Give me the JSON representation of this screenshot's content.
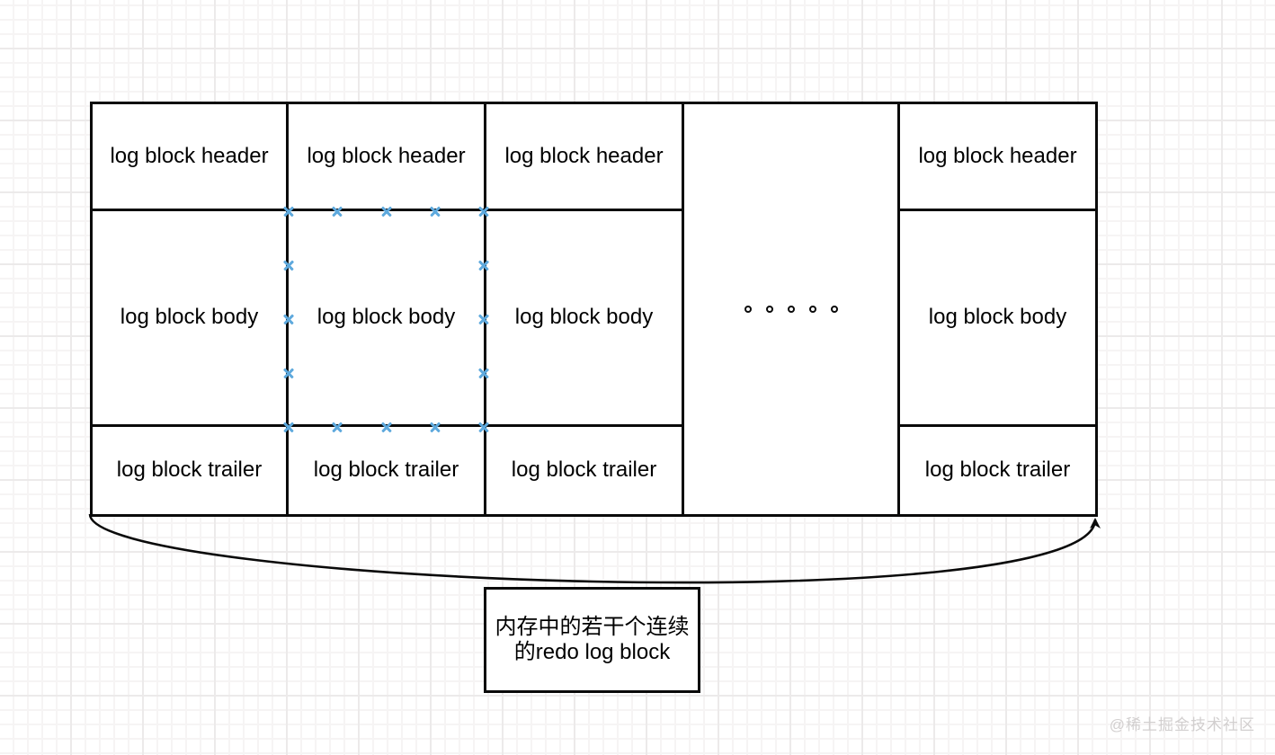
{
  "diagram": {
    "columns": [
      {
        "type": "block",
        "header": "log block header",
        "body": "log block body",
        "trailer": "log block trailer",
        "selected": false
      },
      {
        "type": "block",
        "header": "log block header",
        "body": "log block body",
        "trailer": "log block trailer",
        "selected": true
      },
      {
        "type": "block",
        "header": "log block header",
        "body": "log block body",
        "trailer": "log block trailer",
        "selected": false
      },
      {
        "type": "ellipsis",
        "dots": 5
      },
      {
        "type": "block",
        "header": "log block header",
        "body": "log block body",
        "trailer": "log block trailer",
        "selected": false
      }
    ],
    "caption": {
      "line1": "内存中的若干个连续",
      "line2": "的redo log block"
    },
    "watermark": "@稀土掘金技术社区",
    "connection_point_fractions": [
      0,
      0.25,
      0.5,
      0.75,
      1
    ],
    "colors": {
      "stroke": "#0a0a0a",
      "connection_point": "#5ea9dd",
      "grid_minor": "#f6f4f4",
      "grid_major": "#eceaea",
      "watermark": "#d2cfcf"
    }
  }
}
